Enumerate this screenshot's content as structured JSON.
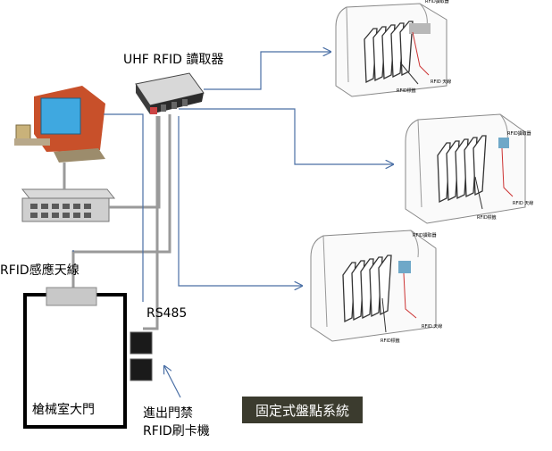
{
  "labels": {
    "reader": "UHF RFID 讀取器",
    "antenna": "RFID感應天線",
    "rs485": "RS485",
    "armory_door": "槍械室大門",
    "card_reader_line1": "進出門禁",
    "card_reader_line2": "RFID刷卡機",
    "system_title": "固定式盤點系統"
  },
  "rack_labels": {
    "reader": "RFID讀取器",
    "tag": "RFID標籤",
    "antenna": "RFID 天線"
  },
  "colors": {
    "link_line": "#4a6fa5",
    "cable_gray": "#9a9a9a",
    "title_bg": "#3b3b2e"
  }
}
